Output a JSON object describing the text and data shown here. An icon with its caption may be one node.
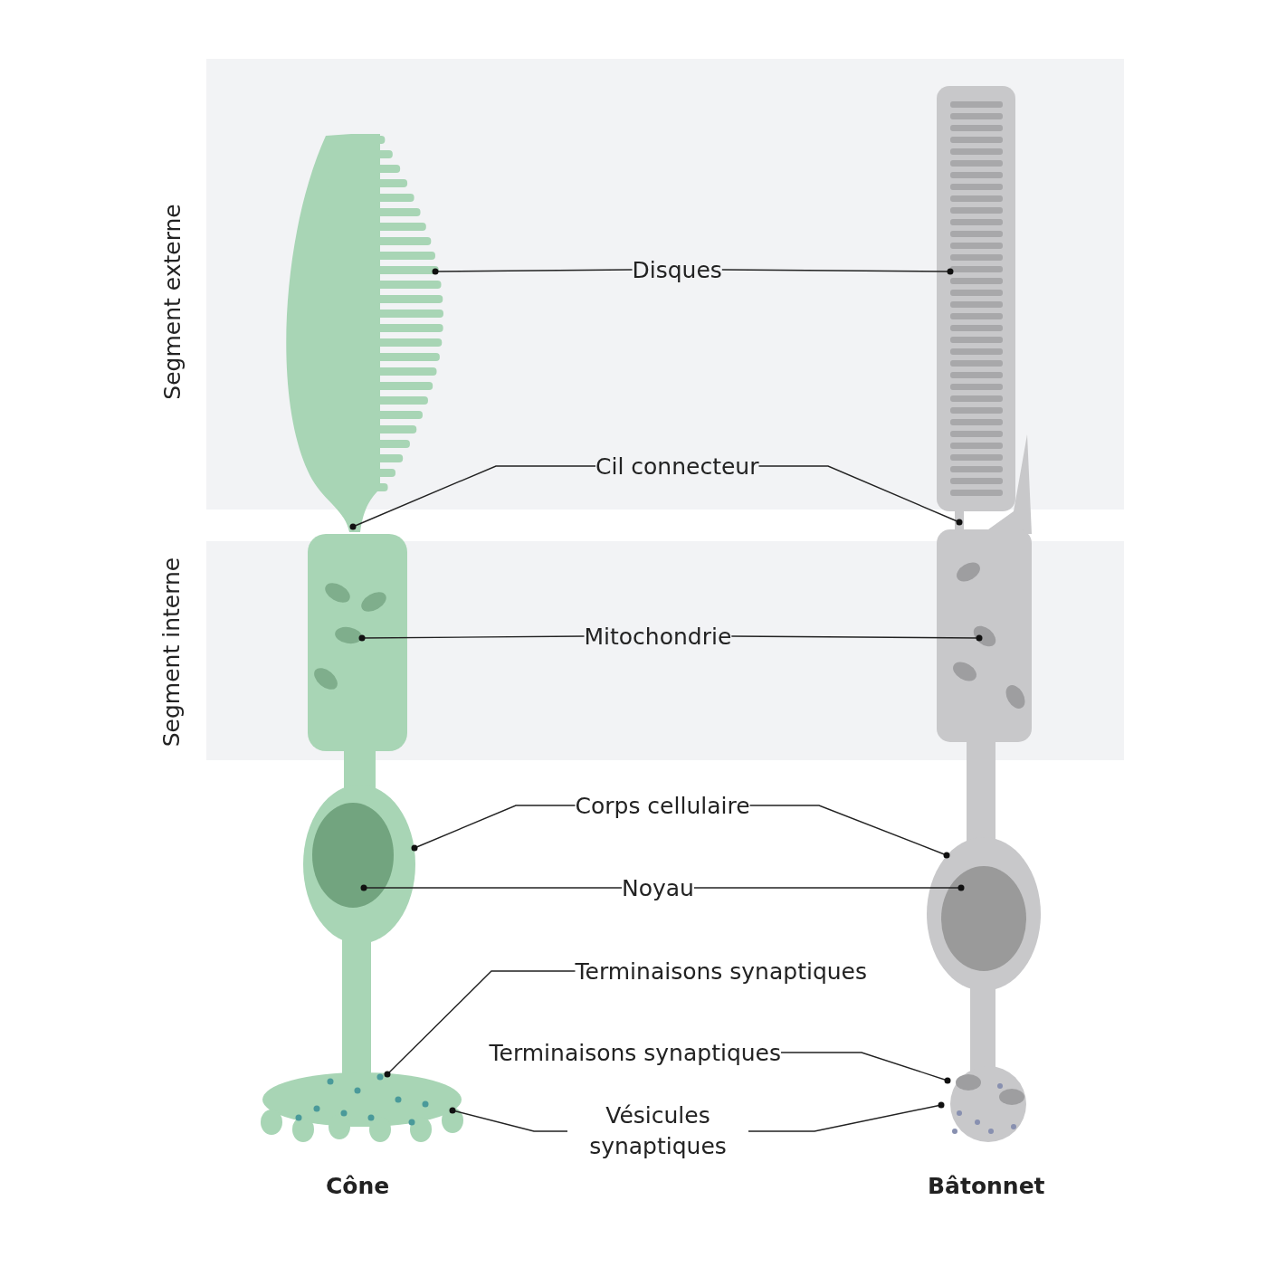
{
  "diagram": {
    "nodes": [
      {
        "text": [
          "Segment externe"
        ]
      },
      {
        "text": [
          "Segment interne"
        ]
      },
      {
        "text": [],
        "shape": "picture",
        "beside": [
          "Cône"
        ]
      },
      {
        "text": [],
        "shape": "picture",
        "beside": [
          "Bâtonnet"
        ]
      },
      {
        "text": [
          "Disques"
        ],
        "in": 0
      },
      {
        "text": [
          "Cil connecteur"
        ],
        "in": 0
      },
      {
        "text": [
          "Mitochondrie"
        ],
        "in": 1
      },
      {
        "text": [
          "Corps cellulaire"
        ]
      },
      {
        "text": [
          "Noyau"
        ]
      },
      {
        "text": [
          "Terminaisons synaptiques"
        ]
      },
      {
        "text": [
          "Terminaisons synaptiques"
        ]
      },
      {
        "text": [
          "Vésicules synaptiques"
        ]
      }
    ],
    "edges": [
      {
        "from": 4,
        "to": 2,
        "arrow": "other"
      },
      {
        "from": 4,
        "to": 3,
        "arrow": "other"
      },
      {
        "from": 5,
        "to": 2,
        "arrow": "other"
      },
      {
        "from": 5,
        "to": 3,
        "arrow": "other"
      },
      {
        "from": 6,
        "to": 2,
        "arrow": "other"
      },
      {
        "from": 6,
        "to": 3,
        "arrow": "other"
      },
      {
        "from": 7,
        "to": 2,
        "arrow": "other"
      },
      {
        "from": 7,
        "to": 3,
        "arrow": "other"
      },
      {
        "from": 8,
        "to": 2,
        "arrow": "other"
      },
      {
        "from": 8,
        "to": 3,
        "arrow": "other"
      },
      {
        "from": 9,
        "to": 2,
        "arrow": "other"
      },
      {
        "from": 10,
        "to": 3,
        "arrow": "other"
      },
      {
        "from": 11,
        "to": 2,
        "arrow": "other"
      },
      {
        "from": 11,
        "to": 3,
        "arrow": "other"
      }
    ]
  }
}
